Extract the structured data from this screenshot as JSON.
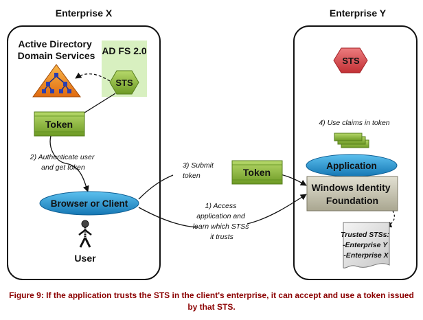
{
  "panels": {
    "left_title": "Enterprise X",
    "right_title": "Enterprise Y"
  },
  "nodes": {
    "active_directory": [
      "Active Directory",
      "Domain Services"
    ],
    "adfs": "AD FS 2.0",
    "sts_left": "STS",
    "sts_right": "STS",
    "token_left": "Token",
    "token_middle": "Token",
    "browser": "Browser or Client",
    "user": "User",
    "application": "Application",
    "wif": [
      "Windows Identity",
      "Foundation"
    ],
    "trusted": [
      "Trusted STSs:",
      "-Enterprise Y",
      "-Enterprise X"
    ]
  },
  "steps": {
    "step1": [
      "1) Access",
      "application and",
      "learn which STSs",
      "it trusts"
    ],
    "step2": [
      "2) Authenticate user",
      "and get token"
    ],
    "step3": [
      "3) Submit",
      "token"
    ],
    "step4": "4) Use claims in token"
  },
  "caption": [
    "Figure 9: If the application trusts the STS in the client's enterprise, it can accept and use a token issued",
    "by that STS."
  ],
  "colors": {
    "green": "#8cb83c",
    "blue": "#1f8fc8",
    "sts_red": "#d8464b",
    "wif_gray": "#c9c6b3",
    "caption": "#8b0000",
    "adfs_box": "#d8f0c0"
  },
  "icons": [
    "ad-pyramid-icon",
    "user-figure-icon",
    "claims-stack-icon"
  ]
}
